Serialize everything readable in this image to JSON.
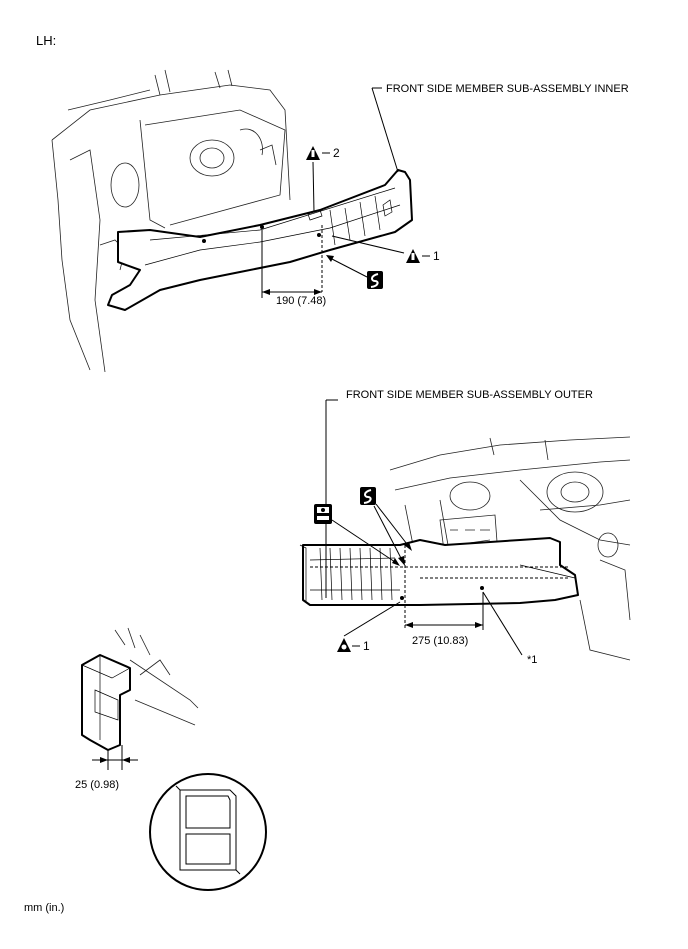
{
  "page_label": "LH:",
  "units_note": "mm (in.)",
  "top_figure": {
    "part_label": "FRONT SIDE MEMBER SUB-ASSEMBLY INNER",
    "callout_warning_2": "2",
    "callout_warning_1": "1",
    "dimension": "190 (7.48)"
  },
  "bottom_figure": {
    "part_label": "FRONT SIDE MEMBER SUB-ASSEMBLY OUTER",
    "callout_point_1": "1",
    "dimension": "275 (10.83)",
    "note_ref": "*1"
  },
  "detail_figure": {
    "dimension": "25 (0.98)"
  },
  "icons": [
    "warning-triangle-icon",
    "saw-cut-icon",
    "spot-weld-icon",
    "welding-point-icon"
  ]
}
